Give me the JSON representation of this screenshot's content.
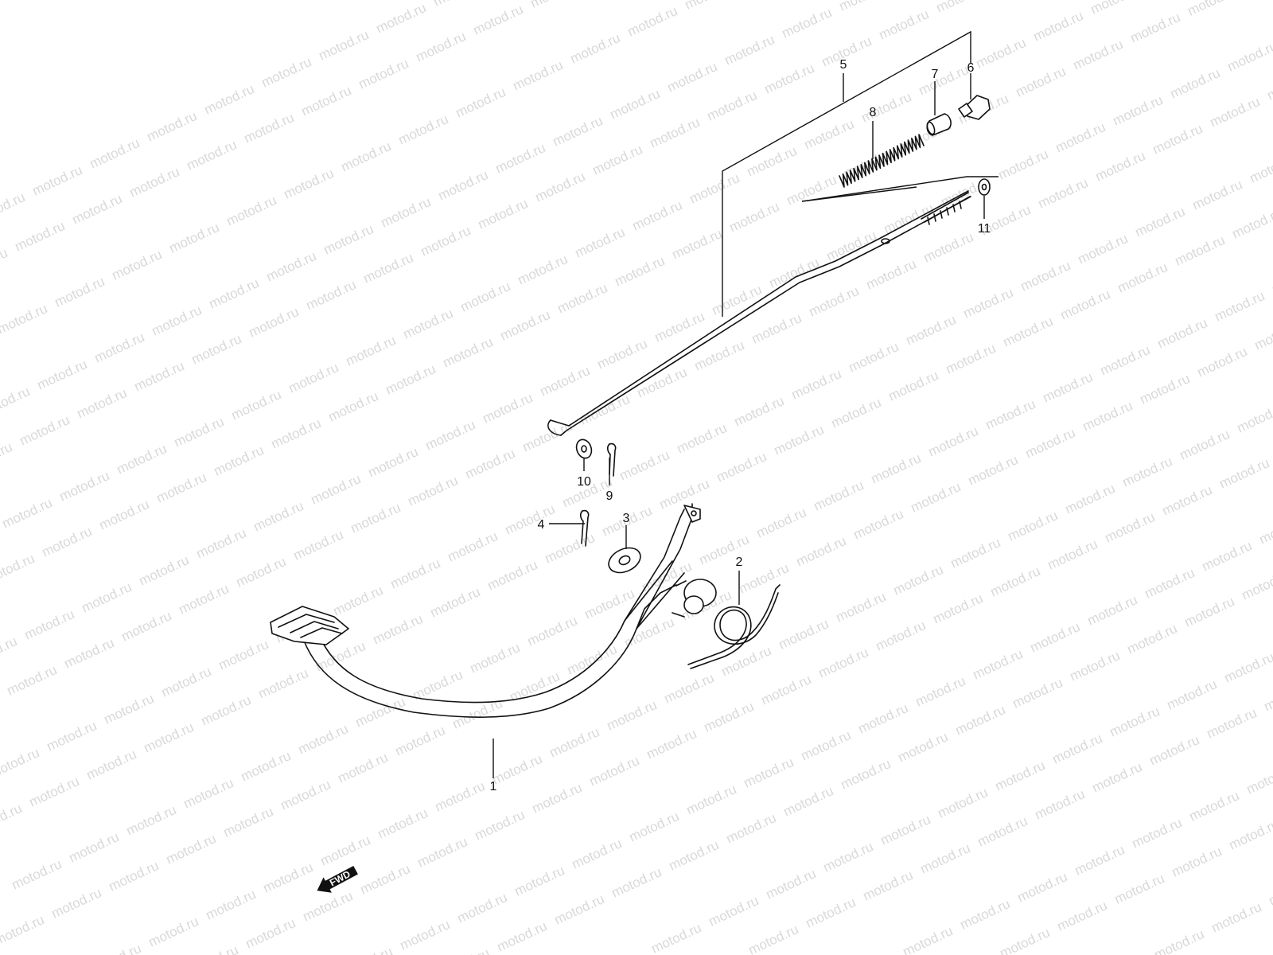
{
  "watermark": {
    "text": "motod.ru"
  },
  "direction_badge": {
    "label": "FWD"
  },
  "callouts": {
    "c1": "1",
    "c2": "2",
    "c3": "3",
    "c4": "4",
    "c5": "5",
    "c6": "6",
    "c7": "7",
    "c8": "8",
    "c9": "9",
    "c10": "10",
    "c11": "11"
  },
  "colors": {
    "line": "#111111",
    "watermark": "#d9d9d9",
    "background": "#ffffff"
  }
}
